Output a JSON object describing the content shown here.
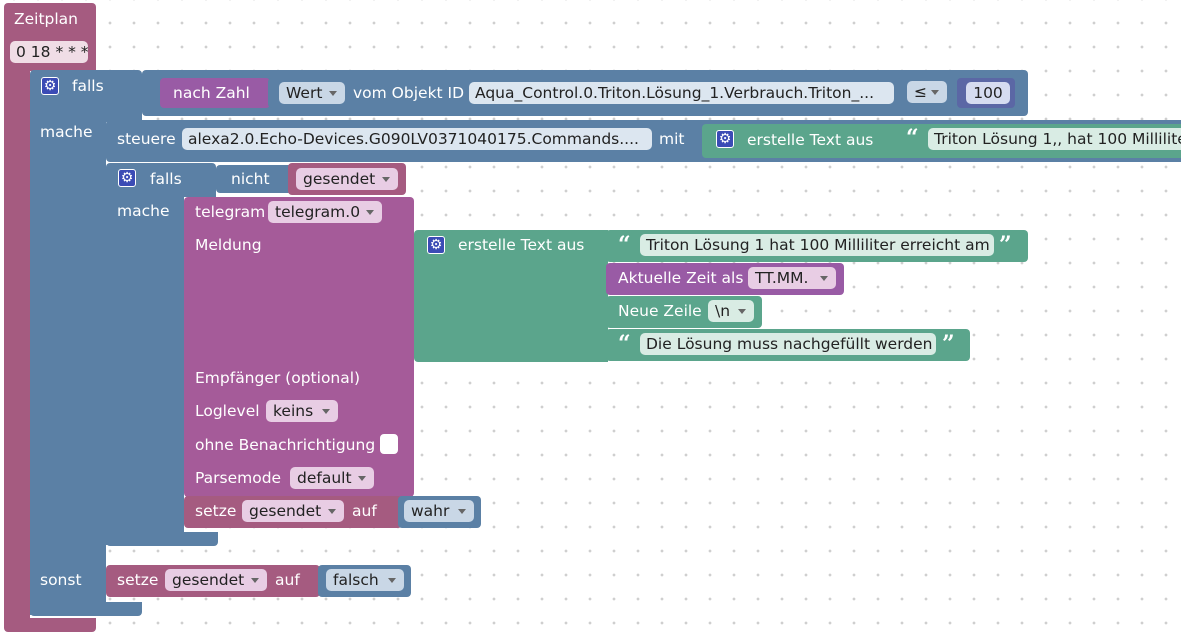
{
  "schedule": {
    "title": "Zeitplan",
    "cron": "0 18 * * *"
  },
  "if_block": {
    "if_label": "falls",
    "do_label": "mache",
    "else_label": "sonst"
  },
  "condition": {
    "to_number": "nach Zahl",
    "value_option": "Wert",
    "from_object_label": "vom Objekt ID",
    "object_id": "Aqua_Control.0.Triton.Lösung_1.Verbrauch.Triton_...",
    "operator": "≤",
    "compare_value": "100"
  },
  "control": {
    "label": "steuere",
    "object_id": "alexa2.0.Echo-Devices.G090LV0371040175.Commands....",
    "with_label": "mit",
    "create_text": "erstelle Text aus",
    "text": "Triton Lösung 1,, hat 100 Millilite"
  },
  "inner_if": {
    "if_label": "falls",
    "not_label": "nicht",
    "variable": "gesendet",
    "do_label": "mache"
  },
  "telegram": {
    "label": "telegram",
    "instance": "telegram.0",
    "message_label": "Meldung",
    "recipient_label": "Empfänger (optional)",
    "loglevel_label": "Loglevel",
    "loglevel_value": "keins",
    "silent_label": "ohne Benachrichtigung",
    "parsemode_label": "Parsemode",
    "parsemode_value": "default"
  },
  "message_text": {
    "create_text": "erstelle Text aus",
    "line1": "Triton Lösung 1 hat 100 Milliliter erreicht am",
    "current_time_label": "Aktuelle Zeit als",
    "time_format": "TT.MM.",
    "newline_label": "Neue Zeile",
    "newline_value": "\\n",
    "line2": "Die Lösung muss nachgefüllt werden"
  },
  "set_true": {
    "set_label": "setze",
    "variable": "gesendet",
    "to_label": "auf",
    "value": "wahr"
  },
  "set_false": {
    "set_label": "setze",
    "variable": "gesendet",
    "to_label": "auf",
    "value": "falsch"
  },
  "colors": {
    "schedule": "#a55b80",
    "logic": "#5b80a5",
    "telegram": "#a55b99",
    "text": "#5ba58c",
    "convert": "#995ba5",
    "number": "#5b67a5"
  }
}
